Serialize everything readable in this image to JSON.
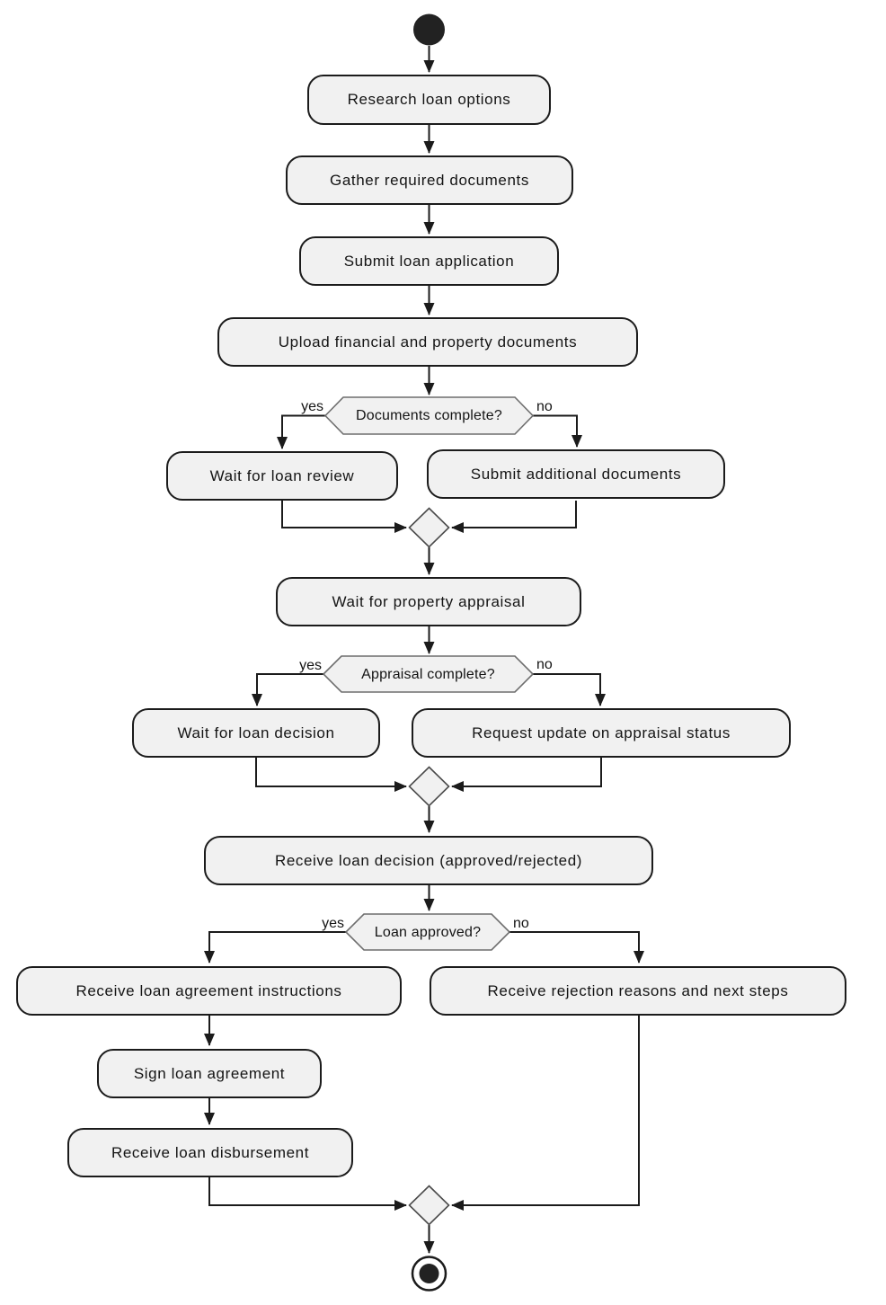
{
  "diagram": {
    "type": "activity-flowchart",
    "subject": "Loan application process",
    "colors": {
      "background": "#FFFFFF",
      "node_fill": "#F1F1F1",
      "node_border": "#1B1B1B",
      "decision_border": "#6E6E6E",
      "connector": "#1B1B1B",
      "start_end_fill": "#222222",
      "text": "#141414"
    }
  },
  "nodes": {
    "research": {
      "label": "Research loan options"
    },
    "gather": {
      "label": "Gather required documents"
    },
    "submit_application": {
      "label": "Submit loan application"
    },
    "upload_documents": {
      "label": "Upload financial and property documents"
    },
    "wait_review": {
      "label": "Wait for loan review"
    },
    "submit_additional": {
      "label": "Submit additional documents"
    },
    "wait_appraisal": {
      "label": "Wait for property appraisal"
    },
    "wait_decision": {
      "label": "Wait for loan decision"
    },
    "request_update": {
      "label": "Request update on appraisal status"
    },
    "receive_decision": {
      "label": "Receive loan decision (approved/rejected)"
    },
    "receive_agreement": {
      "label": "Receive loan agreement instructions"
    },
    "receive_rejection": {
      "label": "Receive rejection reasons and next steps"
    },
    "sign_agreement": {
      "label": "Sign loan agreement"
    },
    "receive_disbursement": {
      "label": "Receive loan disbursement"
    }
  },
  "decisions": {
    "documents_complete": {
      "label": "Documents complete?",
      "yes": "yes",
      "no": "no"
    },
    "appraisal_complete": {
      "label": "Appraisal complete?",
      "yes": "yes",
      "no": "no"
    },
    "loan_approved": {
      "label": "Loan approved?",
      "yes": "yes",
      "no": "no"
    }
  },
  "flow": [
    {
      "from": "start",
      "to": "research"
    },
    {
      "from": "research",
      "to": "gather"
    },
    {
      "from": "gather",
      "to": "submit_application"
    },
    {
      "from": "submit_application",
      "to": "upload_documents"
    },
    {
      "from": "upload_documents",
      "to": "documents_complete"
    },
    {
      "from": "documents_complete",
      "to": "wait_review",
      "label": "yes"
    },
    {
      "from": "documents_complete",
      "to": "submit_additional",
      "label": "no"
    },
    {
      "from": "wait_review",
      "to": "merge_1"
    },
    {
      "from": "submit_additional",
      "to": "merge_1"
    },
    {
      "from": "merge_1",
      "to": "wait_appraisal"
    },
    {
      "from": "wait_appraisal",
      "to": "appraisal_complete"
    },
    {
      "from": "appraisal_complete",
      "to": "wait_decision",
      "label": "yes"
    },
    {
      "from": "appraisal_complete",
      "to": "request_update",
      "label": "no"
    },
    {
      "from": "wait_decision",
      "to": "merge_2"
    },
    {
      "from": "request_update",
      "to": "merge_2"
    },
    {
      "from": "merge_2",
      "to": "receive_decision"
    },
    {
      "from": "receive_decision",
      "to": "loan_approved"
    },
    {
      "from": "loan_approved",
      "to": "receive_agreement",
      "label": "yes"
    },
    {
      "from": "loan_approved",
      "to": "receive_rejection",
      "label": "no"
    },
    {
      "from": "receive_agreement",
      "to": "sign_agreement"
    },
    {
      "from": "sign_agreement",
      "to": "receive_disbursement"
    },
    {
      "from": "receive_disbursement",
      "to": "merge_3"
    },
    {
      "from": "receive_rejection",
      "to": "merge_3"
    },
    {
      "from": "merge_3",
      "to": "end"
    }
  ]
}
